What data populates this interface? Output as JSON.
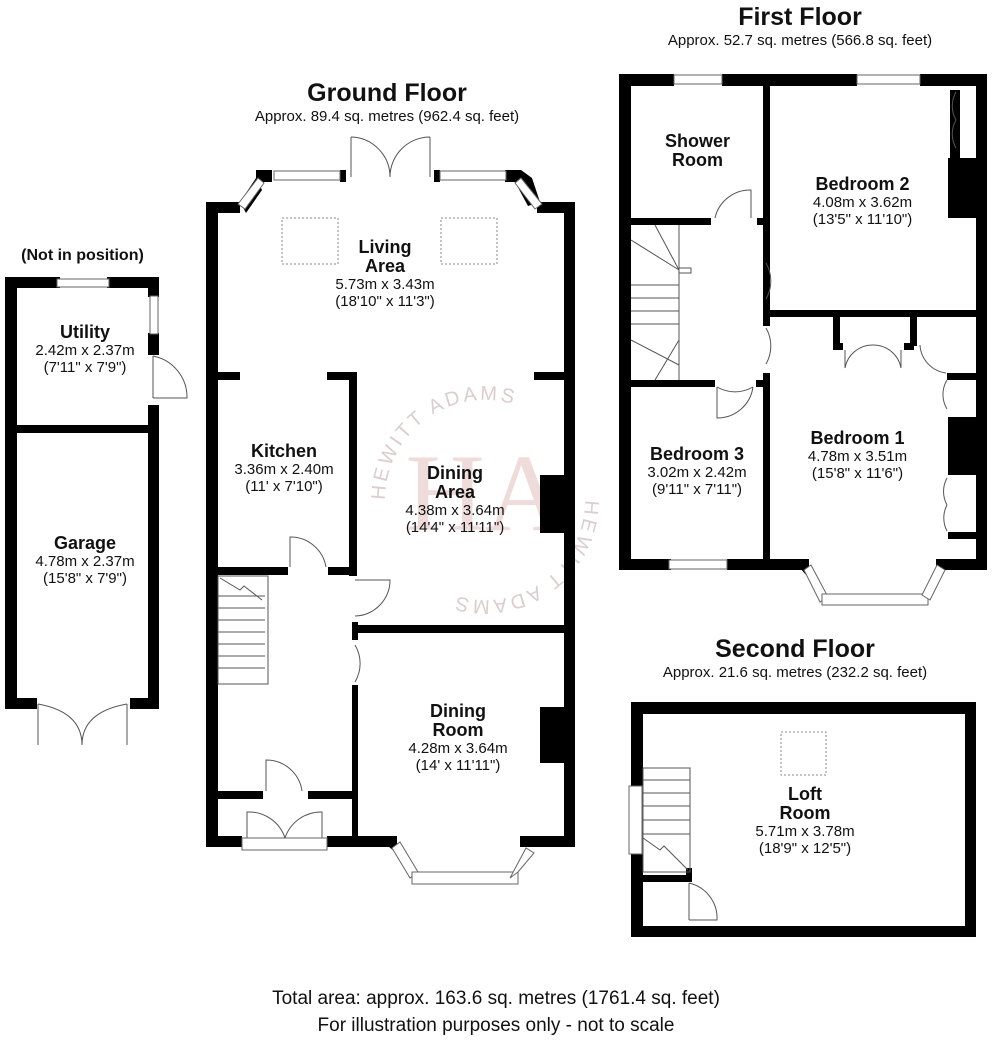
{
  "floors": {
    "ground": {
      "title": "Ground Floor",
      "area": "Approx. 89.4 sq. metres (962.4 sq. feet)",
      "rooms": [
        {
          "name": "Living Area",
          "name_lines": [
            "Living",
            "Area"
          ],
          "metric": "5.73m x 3.43m",
          "imperial": "(18'10\" x 11'3\")"
        },
        {
          "name": "Kitchen",
          "name_lines": [
            "Kitchen"
          ],
          "metric": "3.36m x 2.40m",
          "imperial": "(11' x 7'10\")"
        },
        {
          "name": "Dining Area",
          "name_lines": [
            "Dining",
            "Area"
          ],
          "metric": "4.38m x 3.64m",
          "imperial": "(14'4\" x 11'11\")"
        },
        {
          "name": "Dining Room",
          "name_lines": [
            "Dining",
            "Room"
          ],
          "metric": "4.28m x 3.64m",
          "imperial": "(14' x 11'11\")"
        }
      ]
    },
    "outbuilding": {
      "note": "(Not in position)",
      "rooms": [
        {
          "name": "Utility",
          "name_lines": [
            "Utility"
          ],
          "metric": "2.42m x 2.37m",
          "imperial": "(7'11\" x 7'9\")"
        },
        {
          "name": "Garage",
          "name_lines": [
            "Garage"
          ],
          "metric": "4.78m x 2.37m",
          "imperial": "(15'8\" x 7'9\")"
        }
      ]
    },
    "first": {
      "title": "First Floor",
      "area": "Approx. 52.7 sq. metres (566.8 sq. feet)",
      "rooms": [
        {
          "name": "Shower Room",
          "name_lines": [
            "Shower",
            "Room"
          ],
          "metric": "",
          "imperial": ""
        },
        {
          "name": "Bedroom 2",
          "name_lines": [
            "Bedroom 2"
          ],
          "metric": "4.08m x 3.62m",
          "imperial": "(13'5\" x 11'10\")"
        },
        {
          "name": "Bedroom 3",
          "name_lines": [
            "Bedroom 3"
          ],
          "metric": "3.02m x 2.42m",
          "imperial": "(9'11\" x 7'11\")"
        },
        {
          "name": "Bedroom 1",
          "name_lines": [
            "Bedroom 1"
          ],
          "metric": "4.78m x 3.51m",
          "imperial": "(15'8\" x 11'6\")"
        }
      ]
    },
    "second": {
      "title": "Second Floor",
      "area": "Approx. 21.6 sq. metres (232.2 sq. feet)",
      "rooms": [
        {
          "name": "Loft Room",
          "name_lines": [
            "Loft",
            "Room"
          ],
          "metric": "5.71m x 3.78m",
          "imperial": "(18'9\" x 12'5\")"
        }
      ]
    }
  },
  "watermark": {
    "ring_text": "HEWITT ADAMS",
    "monogram": "HA",
    "color": "#d9a8a2"
  },
  "footer": {
    "total": "Total area: approx. 163.6 sq. metres (1761.4 sq. feet)",
    "disclaimer": "For illustration purposes only - not to scale"
  }
}
